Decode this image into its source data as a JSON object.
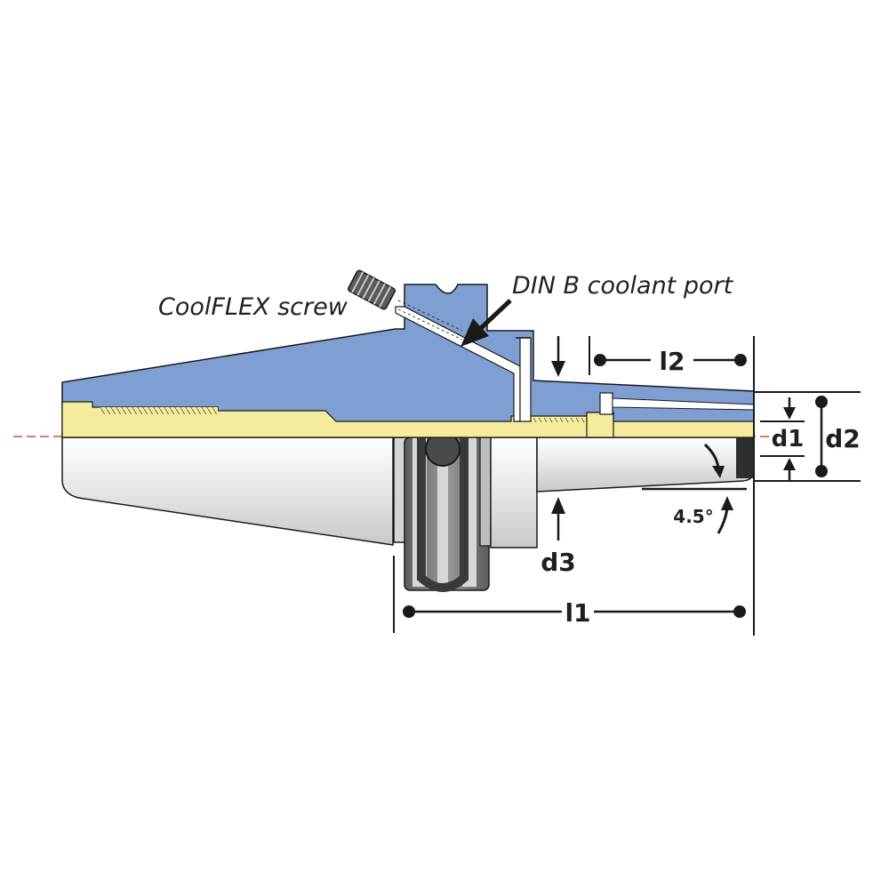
{
  "labels": {
    "coolflex_screw": "CoolFLEX screw",
    "din_b_coolant_port": "DIN B coolant port",
    "l1": "l1",
    "l2": "l2",
    "d1": "d1",
    "d2": "d2",
    "d3": "d3",
    "angle": "4.5°"
  },
  "colors": {
    "body_blue": "#7f9fd3",
    "bore_yellow": "#f4ec9c",
    "steel_light": "#e6e6e6",
    "steel_dark": "#6a6a6a",
    "centerline_red": "#e0483a",
    "outline": "#1a1a1a"
  }
}
